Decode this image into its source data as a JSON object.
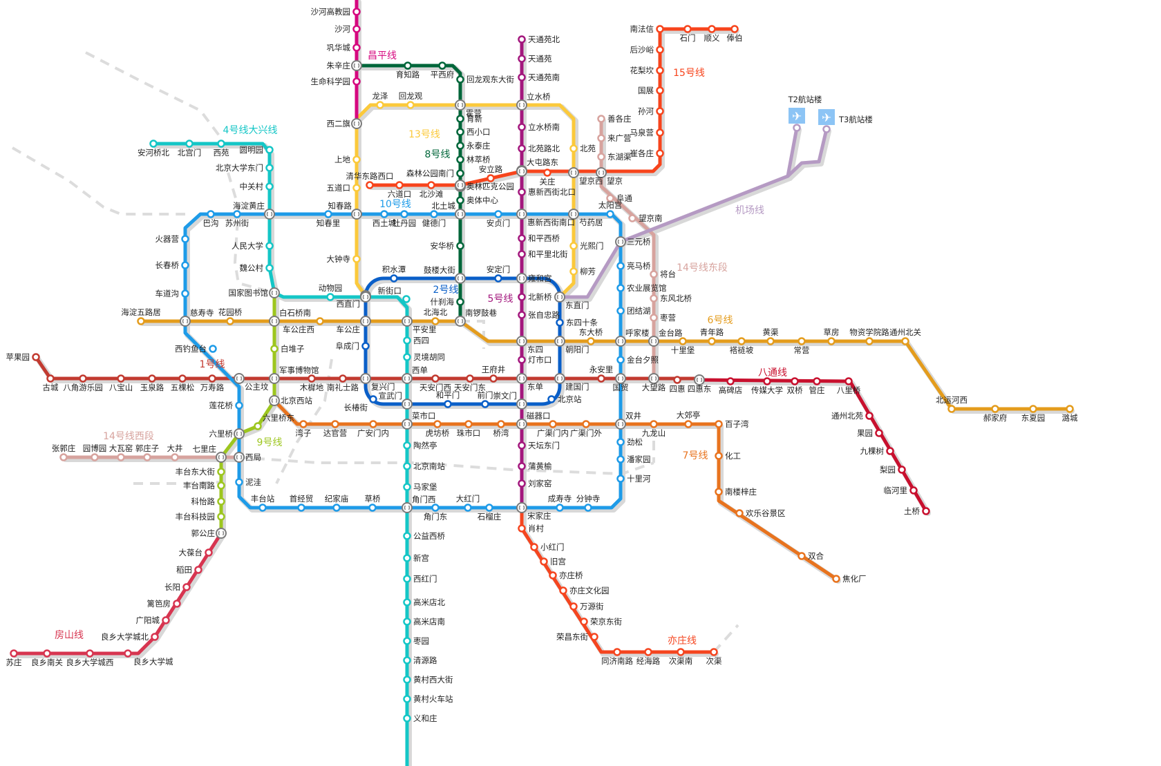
{
  "lines": [
    {
      "id": "l1",
      "name": "1号线",
      "color": "#c23a30",
      "stations": [
        "苹果园",
        "古城",
        "八角游乐园",
        "八宝山",
        "玉泉路",
        "五棵松",
        "万寿路",
        "公主坟",
        "军事博物馆",
        "木樨地",
        "南礼士路",
        "复兴门",
        "西单",
        "天安门西",
        "天安门东",
        "王府井",
        "东单",
        "建国门",
        "永安里",
        "国贸",
        "大望路",
        "四惠",
        "四惠东"
      ]
    },
    {
      "id": "batong",
      "name": "八通线",
      "color": "#c8102e",
      "stations": [
        "四惠东",
        "高碑店",
        "传媒大学",
        "双桥",
        "管庄",
        "八里桥",
        "通州北苑",
        "果园",
        "九棵树",
        "梨园",
        "临河里",
        "土桥"
      ]
    },
    {
      "id": "l2",
      "name": "2号线",
      "color": "#0a5fc8",
      "stations": [
        "西直门",
        "积水潭",
        "鼓楼大街",
        "安定门",
        "雍和宫",
        "东直门",
        "东四十条",
        "朝阳门",
        "建国门",
        "北京站",
        "崇文门",
        "前门",
        "和平门",
        "宣武门",
        "长椿街",
        "复兴门",
        "阜成门",
        "车公庄"
      ]
    },
    {
      "id": "l4",
      "name": "4号线大兴线",
      "color": "#14c6c6",
      "stations": [
        "安河桥北",
        "北宫门",
        "西苑",
        "圆明园",
        "北京大学东门",
        "中关村",
        "海淀黄庄",
        "人民大学",
        "魏公村",
        "国家图书馆",
        "动物园",
        "西直门",
        "新街口",
        "平安里",
        "西四",
        "灵境胡同",
        "西单",
        "宣武门",
        "菜市口",
        "陶然亭",
        "北京南站",
        "马家堡",
        "角门西",
        "公益西桥",
        "新宫",
        "西红门",
        "高米店北",
        "高米店南",
        "枣园",
        "清源路",
        "黄村西大街",
        "黄村火车站",
        "义和庄"
      ]
    },
    {
      "id": "l5",
      "name": "5号线",
      "color": "#a3177d",
      "stations": [
        "天通苑北",
        "天通苑",
        "天通苑南",
        "立水桥",
        "立水桥南",
        "北苑路北",
        "大屯路东",
        "惠新西街北口",
        "惠新西街南口",
        "和平西桥",
        "和平里北街",
        "雍和宫",
        "北新桥",
        "张自忠路",
        "东四",
        "灯市口",
        "东单",
        "崇文门",
        "磁器口",
        "天坛东门",
        "蒲黄榆",
        "刘家窑",
        "宋家庄"
      ]
    },
    {
      "id": "l6",
      "name": "6号线",
      "color": "#e49c1c",
      "stations": [
        "海淀五路居",
        "慈寿寺",
        "花园桥",
        "白石桥南",
        "车公庄西",
        "车公庄",
        "平安里",
        "北海北",
        "南锣鼓巷",
        "东四",
        "朝阳门",
        "东大桥",
        "呼家楼",
        "金台路",
        "十里堡",
        "青年路",
        "褡裢坡",
        "黄渠",
        "常营",
        "草房",
        "物资学院路",
        "通州北关",
        "北运河西",
        "郝家府",
        "东夏园",
        "潞城"
      ]
    },
    {
      "id": "l8",
      "name": "8号线",
      "color": "#00663a",
      "stations": [
        "朱辛庄",
        "育知路",
        "平西府",
        "回龙观东大街",
        "霍营",
        "育新",
        "西小口",
        "永泰庄",
        "林萃桥",
        "森林公园南门",
        "奥林匹克公园",
        "奥体中心",
        "北土城",
        "安华桥",
        "鼓楼大街",
        "什刹海",
        "南锣鼓巷"
      ]
    },
    {
      "id": "l9",
      "name": "9号线",
      "color": "#9dc61f",
      "stations": [
        "国家图书馆",
        "白石桥南",
        "白堆子",
        "军事博物馆",
        "北京西站",
        "六里桥东",
        "六里桥",
        "七里庄",
        "丰台东大街",
        "丰台南路",
        "科怡路",
        "丰台科技园",
        "郭公庄"
      ]
    },
    {
      "id": "l10",
      "name": "10号线",
      "color": "#1e9be8",
      "stations": [
        "巴沟",
        "苏州街",
        "海淀黄庄",
        "知春里",
        "知春路",
        "西土城",
        "牡丹园",
        "健德门",
        "北土城",
        "安贞门",
        "惠新西街南口",
        "芍药居",
        "太阳宫",
        "三元桥",
        "亮马桥",
        "农业展览馆",
        "团结湖",
        "呼家楼",
        "金台夕照",
        "国贸",
        "双井",
        "劲松",
        "潘家园",
        "十里河",
        "分钟寺",
        "成寿寺",
        "宋家庄",
        "石榴庄",
        "大红门",
        "角门东",
        "角门西",
        "草桥",
        "纪家庙",
        "首经贸",
        "丰台站",
        "泥洼",
        "西局",
        "六里桥",
        "莲花桥",
        "公主坟",
        "西钓鱼台",
        "慈寿寺",
        "车道沟",
        "长春桥",
        "火器营"
      ]
    },
    {
      "id": "l13",
      "name": "13号线",
      "color": "#fbc93b",
      "stations": [
        "西直门",
        "大钟寺",
        "知春路",
        "五道口",
        "上地",
        "西二旗",
        "龙泽",
        "回龙观",
        "霍营",
        "立水桥",
        "北苑",
        "望京西",
        "芍药居",
        "光熙门",
        "柳芳",
        "东直门"
      ]
    },
    {
      "id": "l14e",
      "name": "14号线东段",
      "color": "#d7a39e",
      "stations": [
        "善各庄",
        "来广营",
        "东湖渠",
        "望京",
        "阜通",
        "望京南",
        "将台",
        "东风北桥",
        "枣营",
        "金台路",
        "大望路"
      ]
    },
    {
      "id": "l14w",
      "name": "14号线西段",
      "color": "#d7a39e",
      "stations": [
        "张郭庄",
        "园博园",
        "大瓦窑",
        "郭庄子",
        "大井",
        "七里庄",
        "西局"
      ]
    },
    {
      "id": "l15",
      "name": "15号线",
      "color": "#f7441c",
      "stations": [
        "清华东路西口",
        "六道口",
        "北沙滩",
        "奥林匹克公园",
        "安立路",
        "大屯路东",
        "关庄",
        "望京西",
        "望京",
        "崔各庄",
        "马泉营",
        "孙河",
        "国展",
        "花梨坎",
        "后沙峪",
        "南法信",
        "石门",
        "顺义",
        "俸伯"
      ]
    },
    {
      "id": "airport",
      "name": "机场线",
      "color": "#b59ac3",
      "stations": [
        "东直门",
        "三元桥",
        "T3航站楼",
        "T2航站楼"
      ]
    },
    {
      "id": "l7",
      "name": "7号线",
      "color": "#e8731e",
      "stations": [
        "北京西站",
        "湾子",
        "达官营",
        "广安门内",
        "菜市口",
        "虎坊桥",
        "珠市口",
        "桥湾",
        "磁器口",
        "广渠门内",
        "广渠门外",
        "双井",
        "九龙山",
        "大郊亭",
        "百子湾",
        "化工",
        "南楼梓庄",
        "欢乐谷景区",
        "双合",
        "焦化厂"
      ]
    },
    {
      "id": "yizhuang",
      "name": "亦庄线",
      "color": "#f5451f",
      "stations": [
        "宋家庄",
        "肖村",
        "小红门",
        "旧宫",
        "亦庄桥",
        "亦庄文化园",
        "万源街",
        "荣京东街",
        "荣昌东街",
        "同济南路",
        "经海路",
        "次渠南",
        "次渠"
      ]
    },
    {
      "id": "fangshan",
      "name": "房山线",
      "color": "#d73550",
      "stations": [
        "郭公庄",
        "大葆台",
        "稻田",
        "长阳",
        "篱笆房",
        "广阳城",
        "良乡大学城北",
        "良乡大学城",
        "良乡大学城西",
        "良乡南关",
        "苏庄"
      ]
    },
    {
      "id": "changping",
      "name": "昌平线",
      "color": "#d6087f",
      "stations": [
        "沙河高教园",
        "沙河",
        "巩华城",
        "朱辛庄",
        "生命科学园",
        "西二旗"
      ]
    }
  ],
  "icons": {
    "airport_terminal": "airplane-icon",
    "interchange": "interchange-icon"
  }
}
